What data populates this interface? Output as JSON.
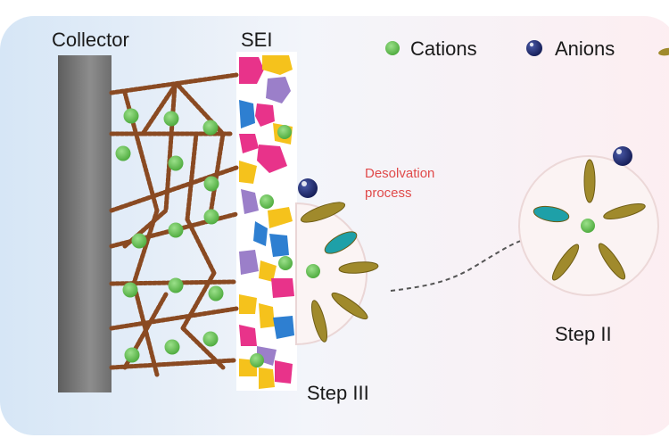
{
  "labels": {
    "collector": "Collector",
    "sei": "SEI",
    "cations": "Cations",
    "anions": "Anions",
    "desolvation_line1": "Desolvation",
    "desolvation_line2": "process",
    "step3": "Step III",
    "step2": "Step II"
  },
  "colors": {
    "background_left": "#dbe9f7",
    "background_right": "#fdf1f3",
    "collector": "#7b7b7b",
    "chain": "#8a4a22",
    "cation": "#5cbd4a",
    "anion": "#1f2a6b",
    "solvent_olive": "#a08a2c",
    "solvent_teal": "#1ea0a8",
    "desolvation_text": "#e04a4a",
    "sei_pink": "#e8338a",
    "sei_yellow": "#f5c21c",
    "sei_blue": "#2e7fd1",
    "sei_purple": "#9b7fc9"
  }
}
